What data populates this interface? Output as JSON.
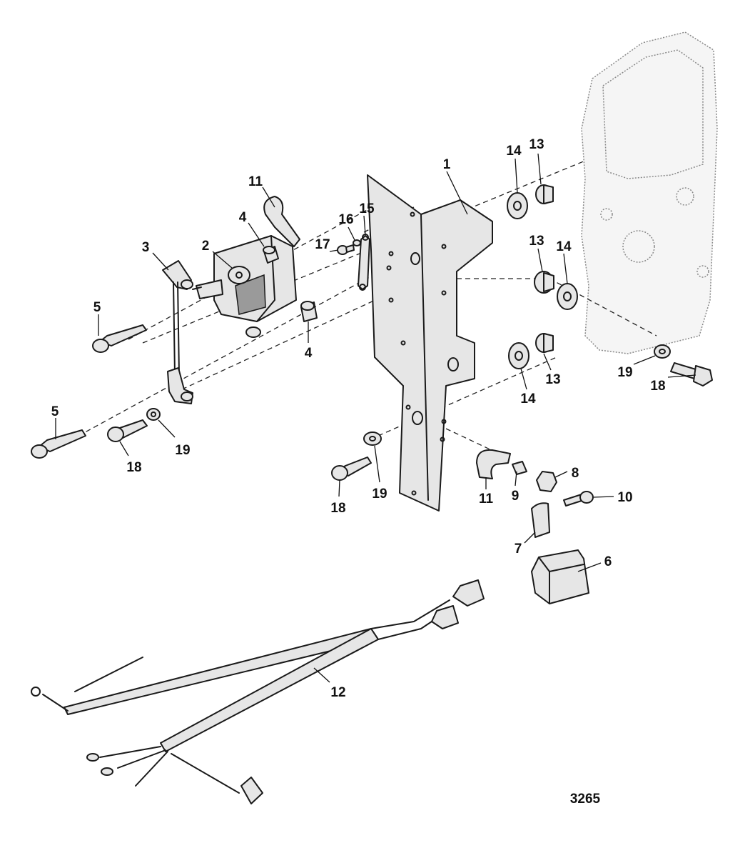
{
  "callouts": [
    {
      "label": "1"
    },
    {
      "label": "2"
    },
    {
      "label": "3"
    },
    {
      "label": "4"
    },
    {
      "label": "4"
    },
    {
      "label": "5"
    },
    {
      "label": "5"
    },
    {
      "label": "6"
    },
    {
      "label": "7"
    },
    {
      "label": "8"
    },
    {
      "label": "9"
    },
    {
      "label": "10"
    },
    {
      "label": "11"
    },
    {
      "label": "11"
    },
    {
      "label": "12"
    },
    {
      "label": "13"
    },
    {
      "label": "13"
    },
    {
      "label": "13"
    },
    {
      "label": "14"
    },
    {
      "label": "14"
    },
    {
      "label": "14"
    },
    {
      "label": "15"
    },
    {
      "label": "16"
    },
    {
      "label": "17"
    },
    {
      "label": "18"
    },
    {
      "label": "18"
    },
    {
      "label": "18"
    },
    {
      "label": "19"
    },
    {
      "label": "19"
    },
    {
      "label": "19"
    }
  ],
  "figure_number": "3265"
}
